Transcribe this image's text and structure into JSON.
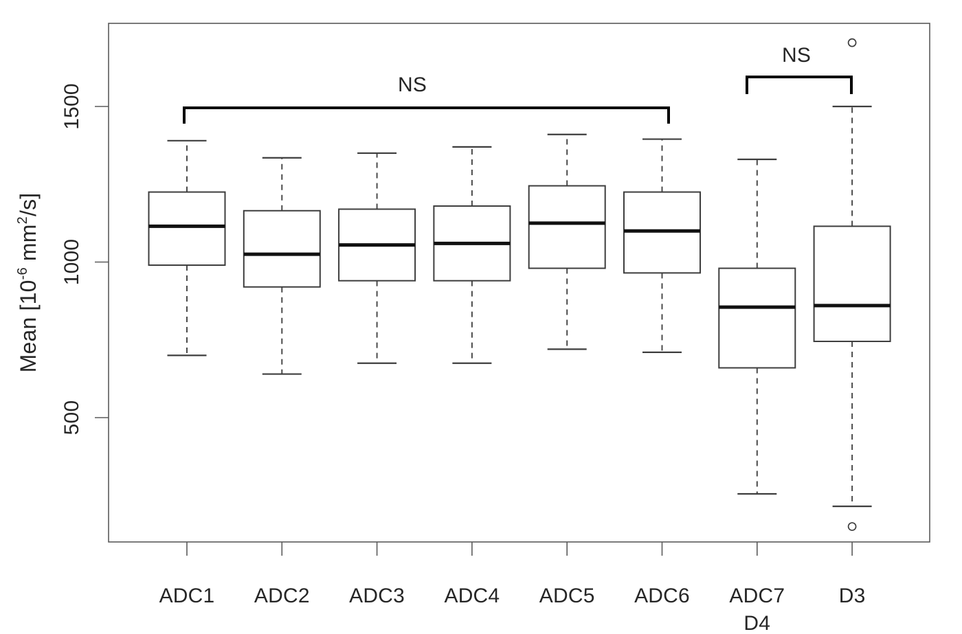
{
  "colors": {
    "background": "#ffffff",
    "axis": "#5a5a5a",
    "box_stroke": "#3d3d3d",
    "box_fill": "#ffffff",
    "median": "#111111",
    "whisker": "#4a4a4a",
    "text": "#262626",
    "bracket": "#000000"
  },
  "chart_data": {
    "type": "boxplot",
    "title": "",
    "xlabel": "",
    "ylabel": "Mean [10⁻⁶ mm²/s]",
    "ylabel_parts": [
      {
        "t": "Mean [10"
      },
      {
        "t": "-6",
        "sup": true
      },
      {
        "t": " mm"
      },
      {
        "t": "2",
        "sup": true
      },
      {
        "t": "/s]"
      }
    ],
    "y_ticks": [
      500,
      1000,
      1500
    ],
    "ylim": [
      100,
      1767
    ],
    "grid": false,
    "legend": null,
    "categories": [
      "ADC1",
      "ADC2",
      "ADC3",
      "ADC4",
      "ADC5",
      "ADC6",
      "ADC7",
      "D3"
    ],
    "x_sublabels": [
      {
        "category": "ADC7",
        "label": "D4"
      }
    ],
    "boxes": [
      {
        "category": "ADC1",
        "whisker_low": 700,
        "q1": 990,
        "median": 1115,
        "q3": 1225,
        "whisker_high": 1390,
        "outliers": []
      },
      {
        "category": "ADC2",
        "whisker_low": 640,
        "q1": 920,
        "median": 1025,
        "q3": 1165,
        "whisker_high": 1335,
        "outliers": []
      },
      {
        "category": "ADC3",
        "whisker_low": 675,
        "q1": 940,
        "median": 1055,
        "q3": 1170,
        "whisker_high": 1350,
        "outliers": []
      },
      {
        "category": "ADC4",
        "whisker_low": 675,
        "q1": 940,
        "median": 1060,
        "q3": 1180,
        "whisker_high": 1370,
        "outliers": []
      },
      {
        "category": "ADC5",
        "whisker_low": 720,
        "q1": 980,
        "median": 1125,
        "q3": 1245,
        "whisker_high": 1410,
        "outliers": []
      },
      {
        "category": "ADC6",
        "whisker_low": 710,
        "q1": 965,
        "median": 1100,
        "q3": 1225,
        "whisker_high": 1395,
        "outliers": []
      },
      {
        "category": "ADC7",
        "whisker_low": 255,
        "q1": 660,
        "median": 855,
        "q3": 980,
        "whisker_high": 1330,
        "outliers": []
      },
      {
        "category": "D3",
        "whisker_low": 215,
        "q1": 745,
        "median": 860,
        "q3": 1115,
        "whisker_high": 1500,
        "outliers": [
          1705,
          150
        ]
      }
    ],
    "annotations": [
      {
        "label": "NS",
        "from": "ADC1",
        "to": "ADC6"
      },
      {
        "label": "NS",
        "from": "ADC7",
        "to": "D3"
      }
    ]
  }
}
